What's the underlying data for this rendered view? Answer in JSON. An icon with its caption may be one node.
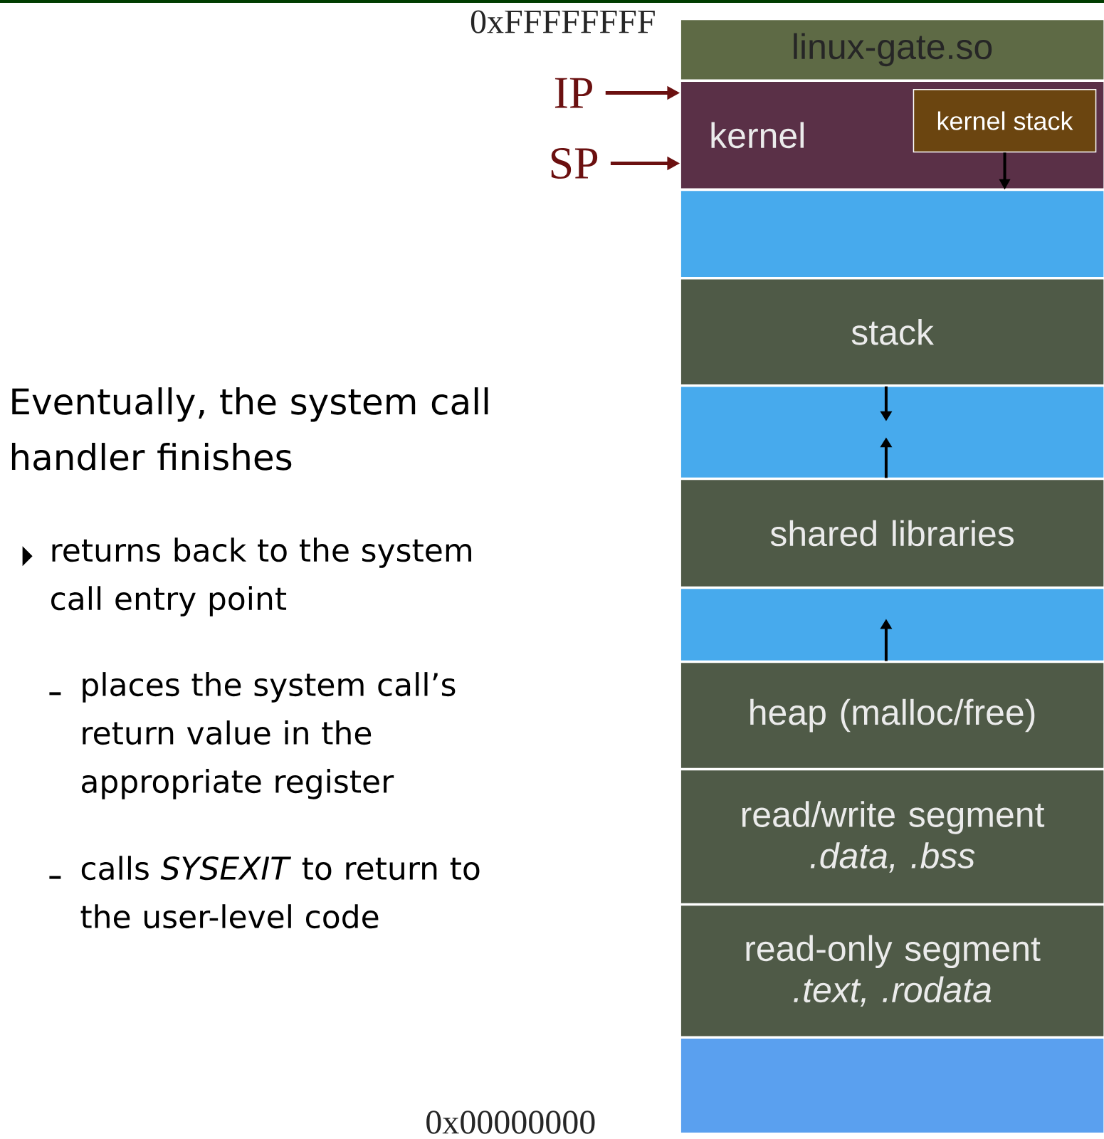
{
  "diagram": {
    "nodes": [
      {
        "text": [
          "linux-gate.so"
        ]
      },
      {
        "text": [
          "kernel"
        ]
      },
      {
        "text": [
          "kernel stack"
        ],
        "in": 1
      },
      {
        "text": [],
        "shape": "box"
      },
      {
        "text": [
          "stack"
        ]
      },
      {
        "text": [],
        "shape": "box"
      },
      {
        "text": [
          "shared libraries"
        ]
      },
      {
        "text": [],
        "shape": "box"
      },
      {
        "text": [
          "heap (malloc/free)"
        ]
      },
      {
        "text": [
          "read/write segment",
          ".data, .bss"
        ]
      },
      {
        "text": [
          "read-only segment",
          ".text, .rodata"
        ]
      },
      {
        "text": [],
        "shape": "box"
      },
      {
        "text": [
          "IP"
        ]
      },
      {
        "text": [
          "SP"
        ]
      }
    ],
    "edges": [
      {
        "from": 12,
        "to": 1,
        "arrow": "to",
        "color": "#6b1010"
      },
      {
        "from": 13,
        "to": 1,
        "arrow": "to",
        "color": "#6b1010"
      },
      {
        "from": 2,
        "to": 3,
        "arrow": "to",
        "color": "#000000"
      }
    ],
    "labels": [
      "0xFFFFFFFF",
      "Eventually, the system call handler finishes",
      "returns back to the system call entry point",
      "places the system call’s return value in the appropriate register",
      "calls *SYSEXIT* to return to the user-level code",
      "0x00000000"
    ]
  }
}
